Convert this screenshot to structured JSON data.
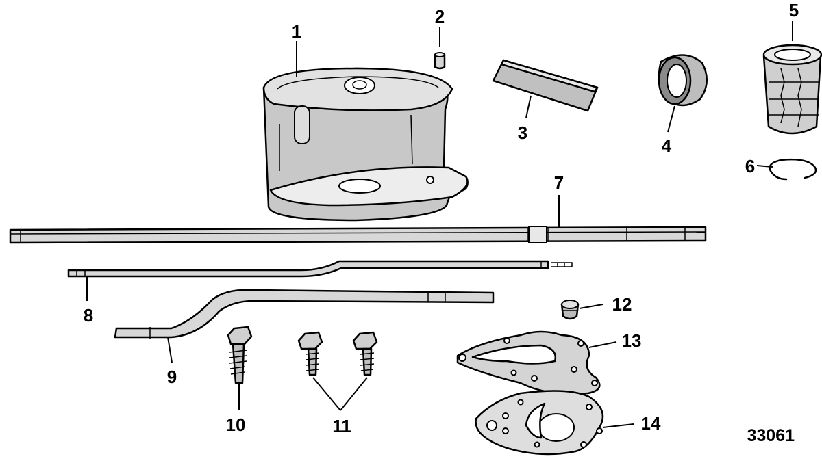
{
  "figure_number": "33061",
  "callouts": {
    "c1": "1",
    "c2": "2",
    "c3": "3",
    "c4": "4",
    "c5": "5",
    "c6": "6",
    "c7": "7",
    "c8": "8",
    "c9": "9",
    "c10": "10",
    "c11": "11",
    "c12": "12",
    "c13": "13",
    "c14": "14"
  }
}
